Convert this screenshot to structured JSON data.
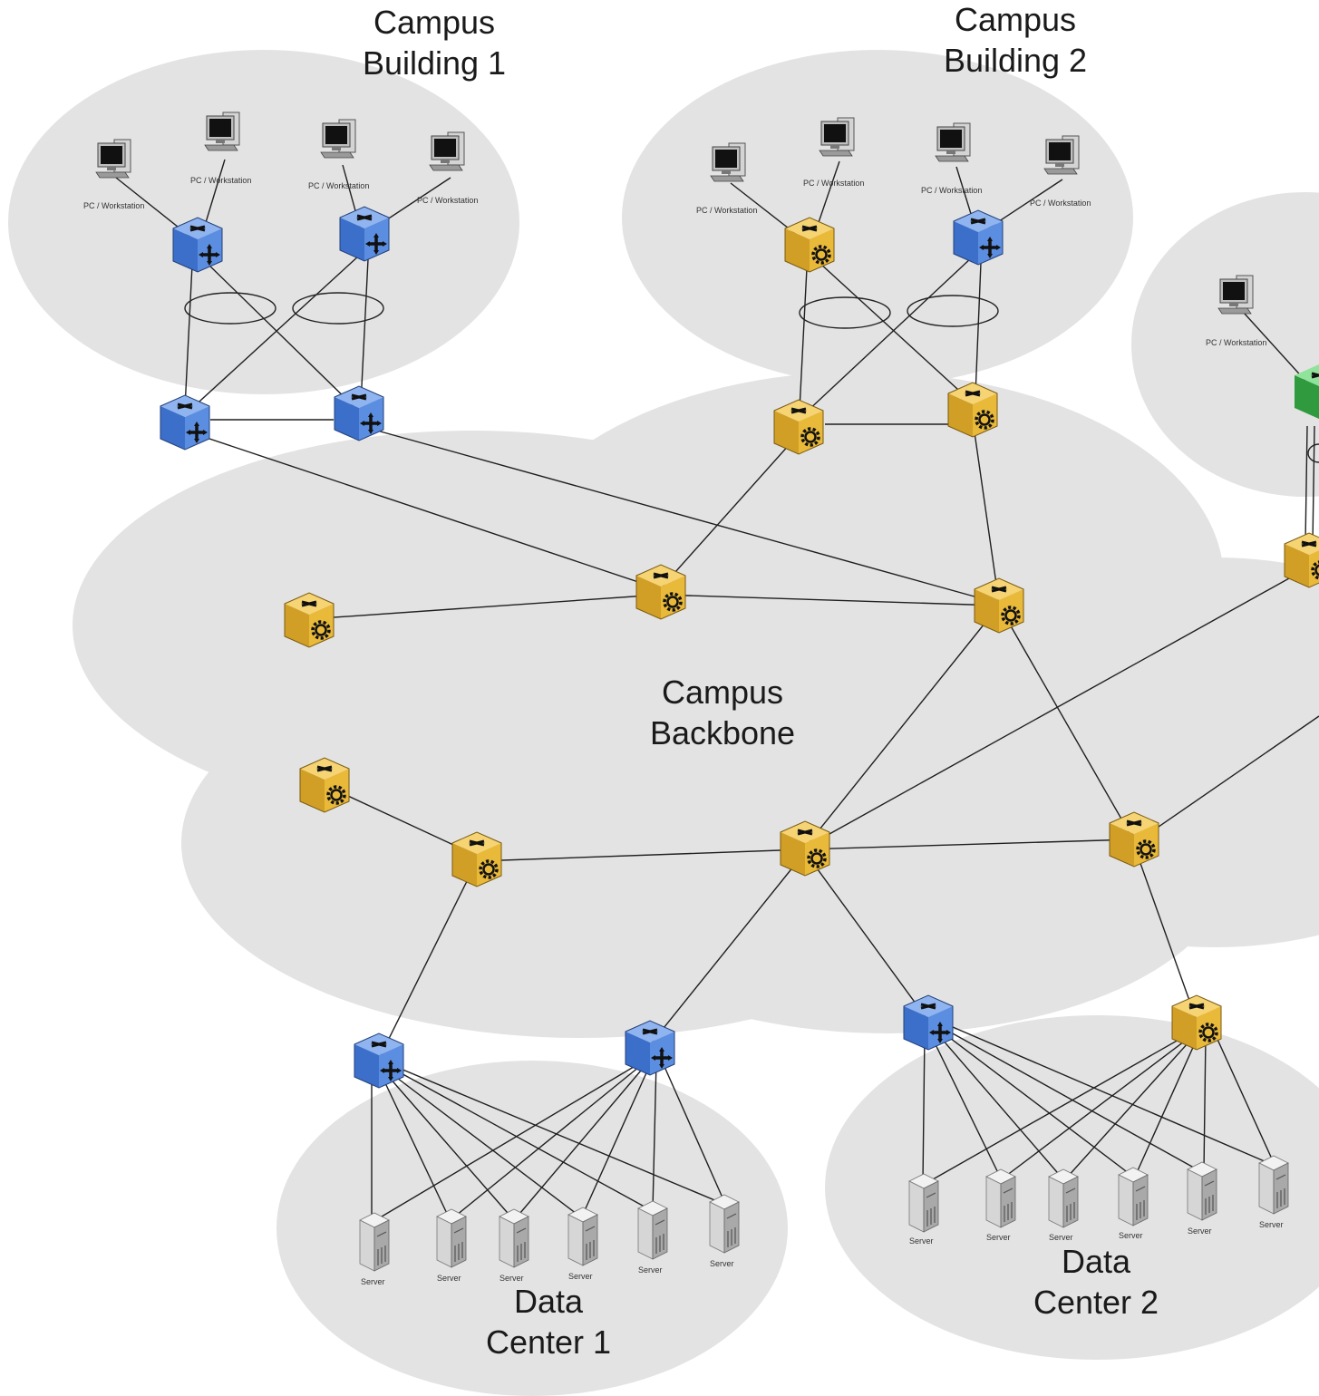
{
  "labels": {
    "building1": [
      "Campus",
      "Building 1"
    ],
    "building2": [
      "Campus",
      "Building 2"
    ],
    "backbone": [
      "Campus",
      "Backbone"
    ],
    "datacenter1": [
      "Data",
      "Center 1"
    ],
    "datacenter2": [
      "Data",
      "Center 2"
    ],
    "pc": "PC / Workstation",
    "server": "Server"
  },
  "colors": {
    "blue_switch": "#4a7fd6",
    "yellow_switch": "#e9b93a",
    "green_switch": "#3fb54e",
    "cloud": "#e3e3e3"
  },
  "icons": {
    "blue_switch": "l2-switch-blue-icon",
    "yellow_switch": "l3-router-switch-yellow-icon",
    "green_switch": "switch-green-icon",
    "pc": "pc-workstation-icon",
    "server": "server-tower-icon"
  }
}
